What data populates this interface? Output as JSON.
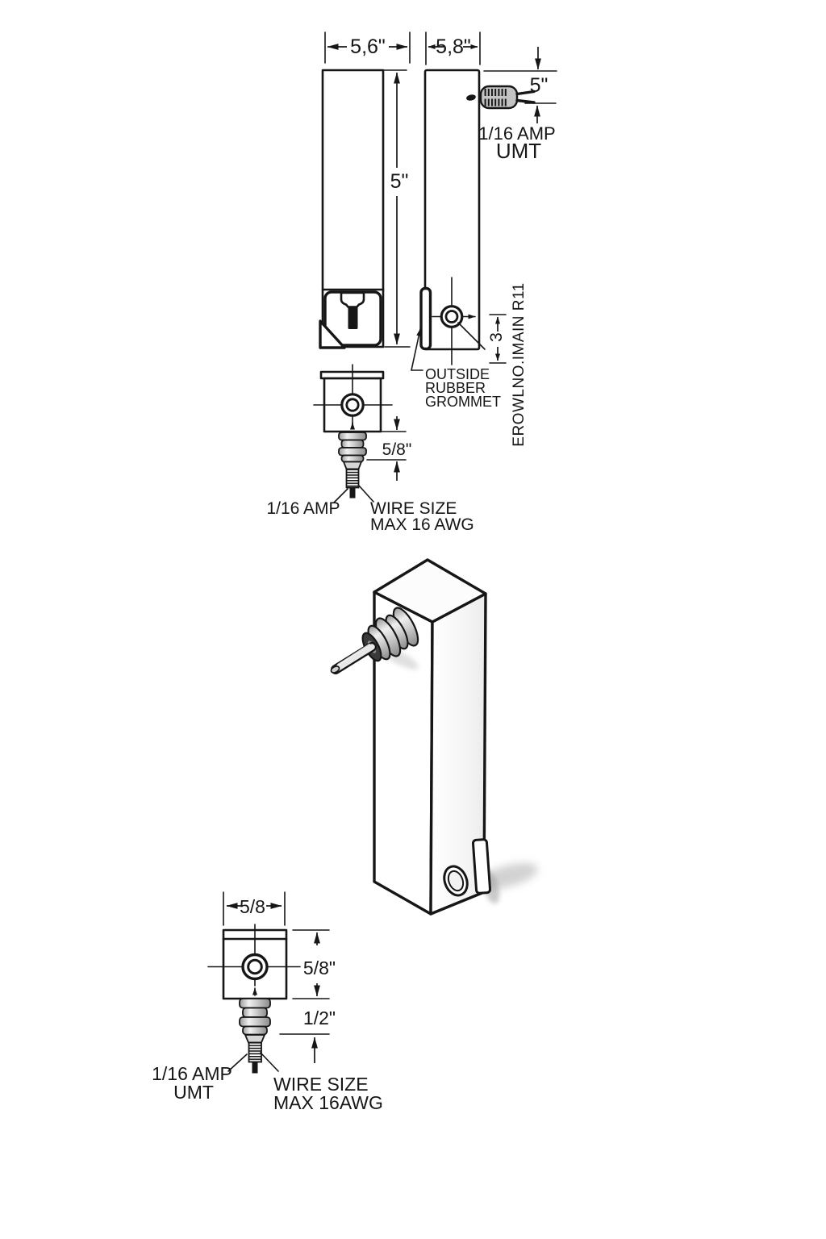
{
  "colors": {
    "ink": "#161616",
    "background": "#ffffff",
    "metal_gray": "#c4c4c4",
    "shadow_gray": "#a6a6a6"
  },
  "front_view": {
    "width_dim": "5,6\"",
    "height_dim": "5\""
  },
  "side_view": {
    "width_dim": "5,8\"",
    "connector_height_dim": "5\"",
    "connector_label_line1": "1/16 AMP",
    "connector_label_line2": "UMT",
    "grommet_offset_dim": "3",
    "grommet_note_line1": "OUTSIDE",
    "grommet_note_line2": "RUBBER",
    "grommet_note_line3": "GROMMET",
    "vertical_note": "EROWLNO.IMAIN R11"
  },
  "detail_top": {
    "thread_dim": "5/8\"",
    "fuse_label": "1/16 AMP",
    "wire_note_line1": "WIRE SIZE",
    "wire_note_line2": "MAX 16 AWG"
  },
  "detail_bottom": {
    "width_dim": "5/8",
    "height_dim": "5/8\"",
    "thread_dim": "1/2\"",
    "fuse_label_line1": "1/16 AMP",
    "fuse_label_line2": "UMT",
    "wire_note_line1": "WIRE SIZE",
    "wire_note_line2": "MAX 16AWG"
  }
}
